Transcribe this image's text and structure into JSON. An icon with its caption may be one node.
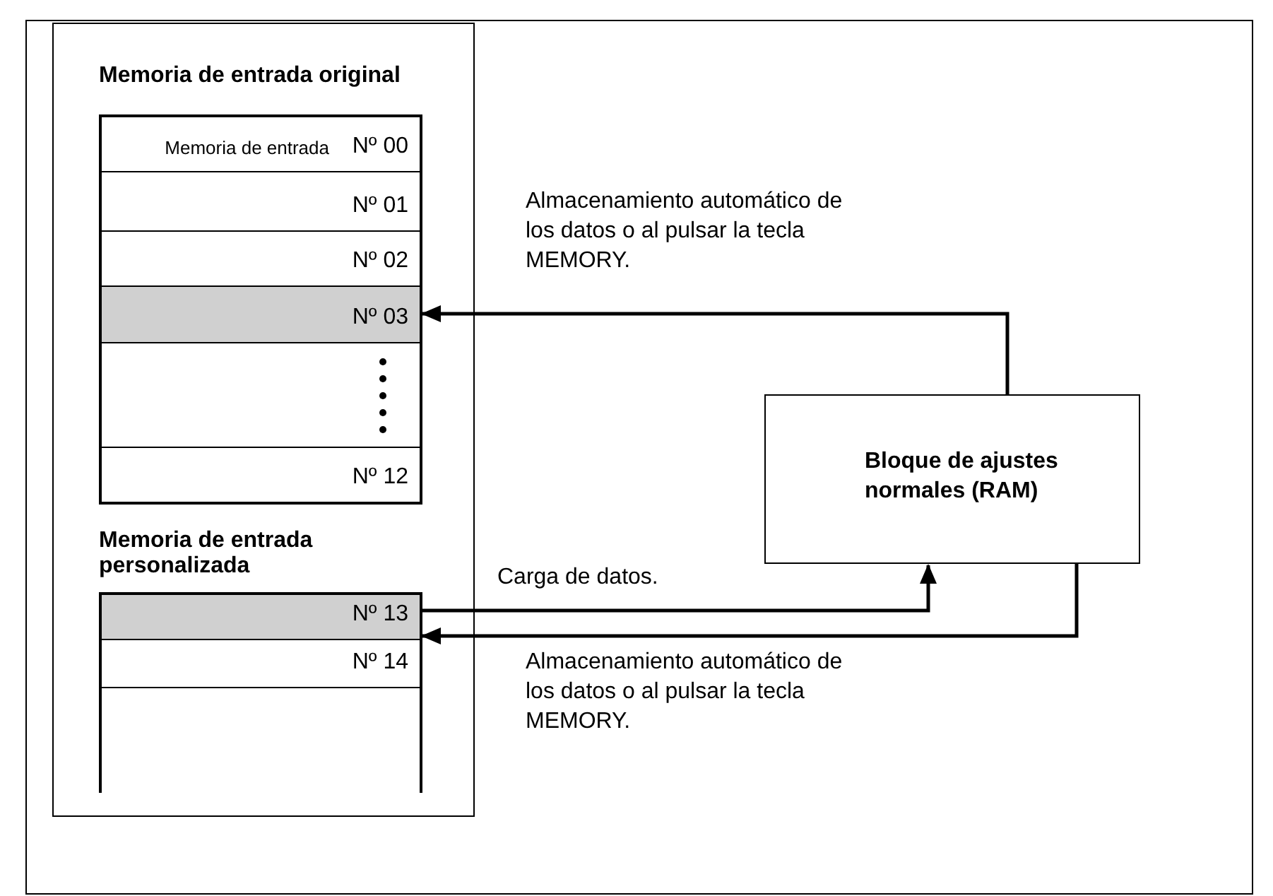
{
  "diagram": {
    "nodes": [
      {
        "text": [],
        "shape": "box"
      },
      {
        "text": [
          "Memoria de entrada original"
        ],
        "in": 0
      },
      {
        "text": [
          "Memoria de entrada",
          "Nº 00"
        ],
        "in": 1
      },
      {
        "text": [
          "Nº 01"
        ],
        "in": 1
      },
      {
        "text": [
          "Nº 02"
        ],
        "in": 1
      },
      {
        "text": [
          "Nº 03"
        ],
        "in": 1
      },
      {
        "text": [],
        "shape": "box",
        "in": 1
      },
      {
        "text": [
          "Nº 12"
        ],
        "in": 1
      },
      {
        "text": [
          "Memoria de entrada personalizada"
        ],
        "in": 0
      },
      {
        "text": [
          "Nº 13"
        ],
        "in": 8
      },
      {
        "text": [
          "Nº 14"
        ],
        "in": 8
      },
      {
        "text": [],
        "shape": "box",
        "in": 8
      },
      {
        "text": [
          "Bloque de ajustes normales (RAM)"
        ]
      }
    ],
    "edges": [
      {
        "from": 12,
        "to": 5,
        "arrow": "to",
        "label": "Almacenamiento automático de los datos o al pulsar la tecla MEMORY."
      },
      {
        "from": 9,
        "to": 12,
        "arrow": "to",
        "label": "Carga de datos."
      },
      {
        "from": 12,
        "to": 9,
        "arrow": "to",
        "label": "Almacenamiento automático de los datos o al pulsar la tecla MEMORY."
      }
    ]
  }
}
